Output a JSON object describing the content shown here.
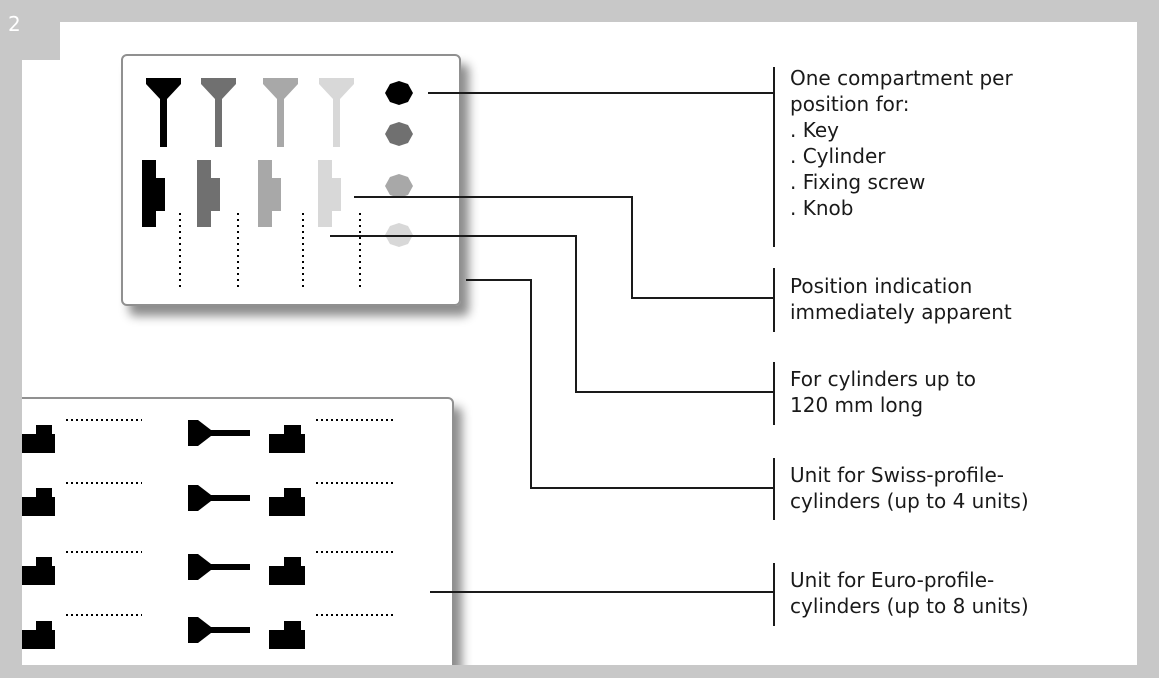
{
  "figure_number": "2",
  "colors": {
    "frame": "#c8c8c8",
    "black": "#000000",
    "dark_gray": "#707070",
    "mid_gray": "#a8a8a8",
    "light_gray": "#d8d8d8",
    "leader": "#1a1a1a"
  },
  "labels": {
    "compartment": [
      "One compartment per",
      "position for:",
      ". Key",
      ". Cylinder",
      ". Fixing screw",
      ". Knob"
    ],
    "position_indication": [
      "Position indication",
      "immediately apparent"
    ],
    "cylinder_length": [
      "For cylinders up to",
      "120 mm long"
    ],
    "swiss_unit": [
      "Unit for Swiss-profile-",
      "cylinders (up to 4 units)"
    ],
    "euro_unit": [
      "Unit for Euro-profile-",
      "cylinders (up to 8 units)"
    ]
  }
}
